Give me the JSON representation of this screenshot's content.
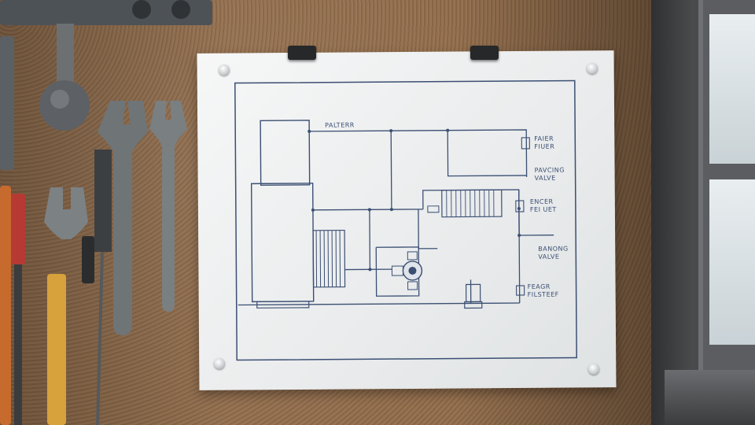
{
  "schematic": {
    "labels": {
      "top": "PALTERR",
      "heater": "FAIER\nFIUER",
      "valve1": "PAVCING\nVALVE",
      "sensor": "ENCER\nFEI UET",
      "valve2": "BANONG\nVALVE",
      "filter": "FEAGR\nFILSTEEF"
    }
  },
  "colors": {
    "ink": "#3b4f73",
    "paper": "#f2f4f4",
    "cork": "#8d6b4c"
  }
}
